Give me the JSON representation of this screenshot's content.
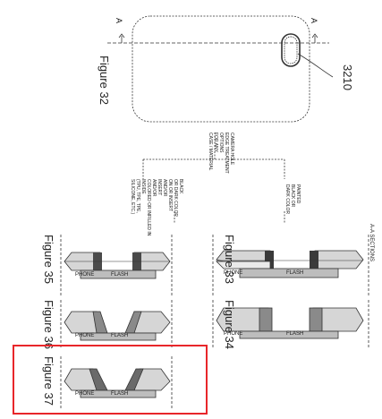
{
  "section_marker": "A",
  "reference_numeral": "3210",
  "figures": {
    "fig32": "Figure 32",
    "fig33": "Figure 33",
    "fig34": "Figure 34",
    "fig35": "Figure 35",
    "fig36": "Figure 36",
    "fig37": "Figure 37"
  },
  "root_note": "CAMERA HOLE\nEDGE TREATMENT\nOPTIONS\nFOR ANY\nCASE / MATERIAL",
  "branch_right_note": "PAINTED\nBLACK OR\nDARK COLOR",
  "branch_left_note": "BLACK\nOR DARK COLOR\nON OR INSERT\nAND/OR\nINSERT\nAND/OR\nCOLORED OR INFILLED IN\nINSIDE\n(TPU, TPE, TPE,\nSILICONE, ETC.)",
  "section_header": "A-A SECTIONS",
  "phone_label": "PHONE",
  "flash_label": "FLASH",
  "highlight_color": "#e8262a"
}
